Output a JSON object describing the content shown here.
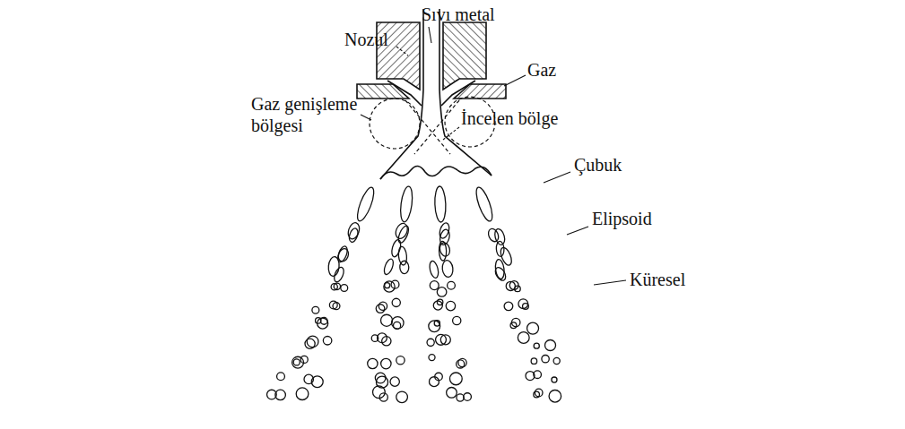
{
  "diagram": {
    "labels": [
      "Sıvı metal",
      "Nozul",
      "Gaz",
      "Gaz genişleme bölgesi",
      "İncelen bölge",
      "Çubuk",
      "Elipsoid",
      "Küresel"
    ]
  }
}
